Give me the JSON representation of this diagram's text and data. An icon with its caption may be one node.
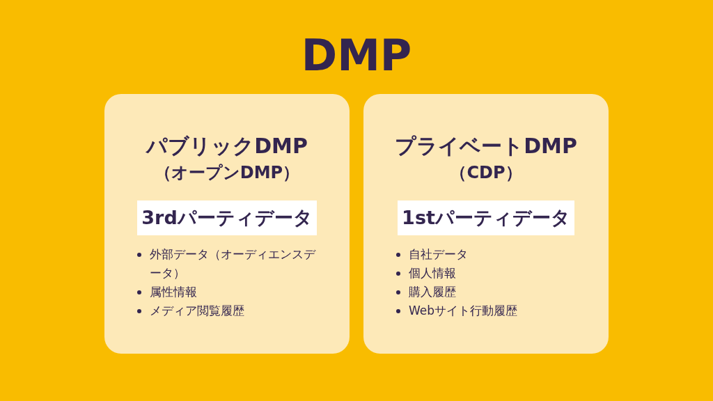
{
  "diagram": {
    "title": "DMP",
    "nodes": [
      {
        "text": [
          "パブリックDMP",
          "（オープンDMP）",
          "外部データ（オーディエンスデータ）",
          "属性情報",
          "メディア閲覧履歴"
        ]
      },
      {
        "text": [
          "3rdパーティデータ"
        ],
        "in": 0
      },
      {
        "text": [
          "プライベートDMP",
          "（CDP）",
          "自社データ",
          "個人情報",
          "購入履歴",
          "Webサイト行動履歴"
        ]
      },
      {
        "text": [
          "1stパーティデータ"
        ],
        "in": 2
      }
    ]
  }
}
